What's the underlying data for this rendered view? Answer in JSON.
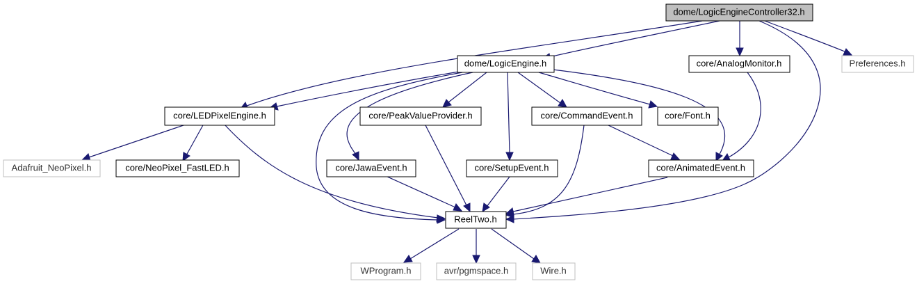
{
  "colors": {
    "edge": "#191970",
    "root_fill": "#bfbfbf",
    "external_border": "#bfbfbf",
    "border": "#000000"
  },
  "nodes": {
    "root": "dome/LogicEngineController32.h",
    "logic_engine": "dome/LogicEngine.h",
    "analog_monitor": "core/AnalogMonitor.h",
    "preferences": "Preferences.h",
    "led_pixel_engine": "core/LEDPixelEngine.h",
    "peak_value_provider": "core/PeakValueProvider.h",
    "command_event": "core/CommandEvent.h",
    "font": "core/Font.h",
    "adafruit_neopixel": "Adafruit_NeoPixel.h",
    "neopixel_fastled": "core/NeoPixel_FastLED.h",
    "jawa_event": "core/JawaEvent.h",
    "setup_event": "core/SetupEvent.h",
    "animated_event": "core/AnimatedEvent.h",
    "reeltwo": "ReelTwo.h",
    "wprogram": "WProgram.h",
    "pgmspace": "avr/pgmspace.h",
    "wire": "Wire.h"
  }
}
